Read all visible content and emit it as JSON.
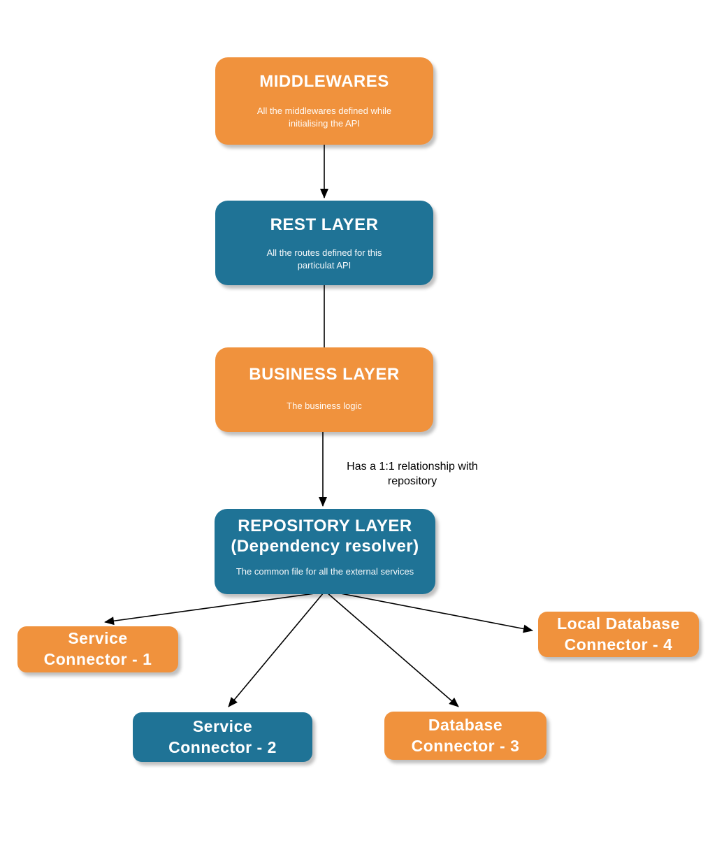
{
  "diagram": {
    "background": "#FFFFFF",
    "colors": {
      "orange": "#F0923D",
      "blue": "#1F7396",
      "arrow": "#000000",
      "node_text": "#FFFFFF",
      "label_text": "#000000"
    },
    "nodes": [
      {
        "id": "middlewares",
        "title": "MIDDLEWARES",
        "subtitle": "All the middlewares defined while\ninitialising the API",
        "fill": "orange"
      },
      {
        "id": "rest-layer",
        "title": "REST LAYER",
        "subtitle": "All the routes defined for this\nparticulat API",
        "fill": "blue"
      },
      {
        "id": "business-layer",
        "title": "BUSINESS LAYER",
        "subtitle": "The business logic",
        "fill": "orange"
      },
      {
        "id": "repository-layer",
        "title": "REPOSITORY LAYER\n(Dependency resolver)",
        "subtitle": "The common file for all the external services",
        "fill": "blue"
      },
      {
        "id": "service-connector-1",
        "title": "Service\nConnector - 1",
        "fill": "orange"
      },
      {
        "id": "service-connector-2",
        "title": "Service\nConnector - 2",
        "fill": "blue"
      },
      {
        "id": "database-connector-3",
        "title": "Database\nConnector - 3",
        "fill": "orange"
      },
      {
        "id": "local-database-connector-4",
        "title": "Local Database\nConnector - 4",
        "fill": "orange"
      }
    ],
    "edge_label": {
      "text": "Has a 1:1 relationship with\nrepository"
    },
    "edges": [
      {
        "from": "middlewares",
        "to": "rest-layer",
        "arrowhead": true
      },
      {
        "from": "rest-layer",
        "to": "business-layer",
        "arrowhead": false
      },
      {
        "from": "business-layer",
        "to": "repository-layer",
        "arrowhead": true,
        "label": "Has a 1:1 relationship with repository"
      },
      {
        "from": "repository-layer",
        "to": "service-connector-1",
        "arrowhead": true
      },
      {
        "from": "repository-layer",
        "to": "service-connector-2",
        "arrowhead": true
      },
      {
        "from": "repository-layer",
        "to": "database-connector-3",
        "arrowhead": true
      },
      {
        "from": "repository-layer",
        "to": "local-database-connector-4",
        "arrowhead": true
      }
    ]
  }
}
